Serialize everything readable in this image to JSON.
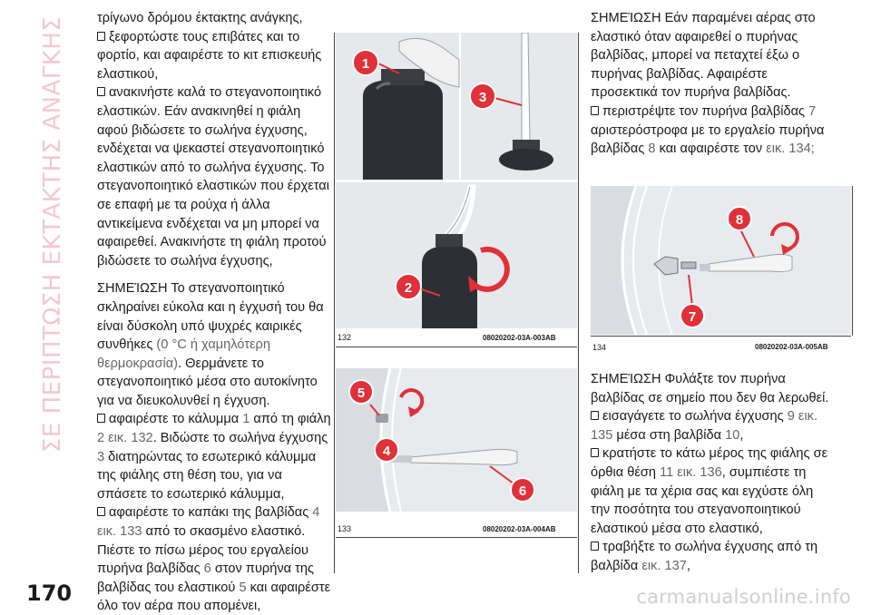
{
  "side_title": "ΣΕ ΠΕΡΙΠΤΩΣΗ ΕΚΤΑΚΤΗΣ ΑΝΑΓΚΗΣ",
  "page_number": "170",
  "footer_site": "carmanualsonline.info",
  "left_col": {
    "l1": "τρίγωνο δρόμου έκτακτης ανάγκης,",
    "l2": "ξεφορτώστε τους επιβάτες και το φορτίο, και αφαιρέστε το κιτ επισκευής ελαστικού,",
    "l3": "ανακινήστε καλά το στεγανοποιητικό ελαστικών. Εάν ανακινηθεί η φιάλη αφού βιδώσετε το σωλήνα έγχυσης, ενδέχεται να ψεκαστεί στεγανοποιητικό ελαστικών από το σωλήνα έγχυσης. Το στεγανοποιητικό ελαστικών που έρχεται σε επαφή με τα ρούχα ή άλλα αντικείμενα ενδέχεται να μη μπορεί να αφαιρεθεί. Ανακινήστε τη φιάλη προτού βιδώσετε το σωλήνα έγχυσης,",
    "n1_pre": "ΣΗΜΕΊΩΣΗ Το στεγανοποιητικό σκληραίνει εύκολα και η έγχυσή του θα είναι δύσκολη υπό ψυχρές καιρικές συνθήκες ",
    "n1_ref": "(0 °C ή χαμηλότερη θερμοκρασία)",
    "n1_post": ". Θερμάνετε το στεγανοποιητικό μέσα στο αυτοκίνητο για να διευκολυνθεί η έγχυση.",
    "b1_a": "αφαιρέστε το κάλυμμα ",
    "b1_r1": "1",
    "b1_b": " από τη φιάλη ",
    "b1_r2": "2 εικ. 132",
    "b1_c": ". Βιδώστε το σωλήνα έγχυσης ",
    "b1_r3": "3",
    "b1_d": " διατηρώντας το εσωτερικό κάλυμμα της φιάλης στη θέση του, για να σπάσετε το εσωτερικό κάλυμμα,",
    "b2_a": "αφαιρέστε το καπάκι της βαλβίδας ",
    "b2_r1": "4 εικ. 133",
    "b2_b": " από το σκασμένο ελαστικό. Πιέστε το πίσω μέρος του εργαλείου πυρήνα βαλβίδας ",
    "b2_r2": "6",
    "b2_c": " στον πυρήνα της βαλβίδας του ελαστικού ",
    "b2_r3": "5",
    "b2_d": " και αφαιρέστε όλο τον αέρα που απομένει,"
  },
  "right_col": {
    "n2": "ΣΗΜΕΊΩΣΗ Εάν παραμένει αέρας στο ελαστικό όταν αφαιρεθεί ο πυρήνας βαλβίδας, μπορεί να πεταχτεί έξω ο πυρήνας βαλβίδας. Αφαιρέστε προσεκτικά τον πυρήνα βαλβίδας.",
    "b3_a": "περιστρέψτε τον πυρήνα βαλβίδας ",
    "b3_r1": "7",
    "b3_b": " αριστερόστροφα με το εργαλείο πυρήνα βαλβίδας ",
    "b3_r2": "8",
    "b3_c": " και αφαιρέστε τον ",
    "b3_r3": "εικ. 134;",
    "n3": "ΣΗΜΕΊΩΣΗ Φυλάξτε τον πυρήνα βαλβίδας σε σημείο που δεν θα λερωθεί.",
    "b4_a": "εισαγάγετε το σωλήνα έγχυσης ",
    "b4_r1": "9 εικ. 135",
    "b4_b": " μέσα στη βαλβίδα ",
    "b4_r2": "10",
    "b4_c": ",",
    "b5_a": "κρατήστε το κάτω μέρος της φιάλης σε όρθια θέση ",
    "b5_r1": "11 εικ. 136",
    "b5_b": ", συμπιέστε τη φιάλη με τα χέρια σας και εγχύστε όλη την ποσότητα του στεγανοποιητικού ελαστικού μέσα στο ελαστικό,",
    "b6_a": "τραβήξτε το σωλήνα έγχυσης από τη βαλβίδα ",
    "b6_r1": "εικ. 137",
    "b6_b": ","
  },
  "figures": {
    "f132": {
      "num": "132",
      "code": "08020202-03A-003AB",
      "callouts": [
        "1",
        "2",
        "3"
      ]
    },
    "f133": {
      "num": "133",
      "code": "08020202-03A-004AB",
      "callouts": [
        "5",
        "4",
        "6"
      ]
    },
    "f134": {
      "num": "134",
      "code": "08020202-03A-005AB",
      "callouts": [
        "8",
        "7"
      ]
    }
  },
  "colors": {
    "callout": "#e0303a",
    "accent_title": "#f3c8cf",
    "figure_bg": "#e8ebee"
  }
}
